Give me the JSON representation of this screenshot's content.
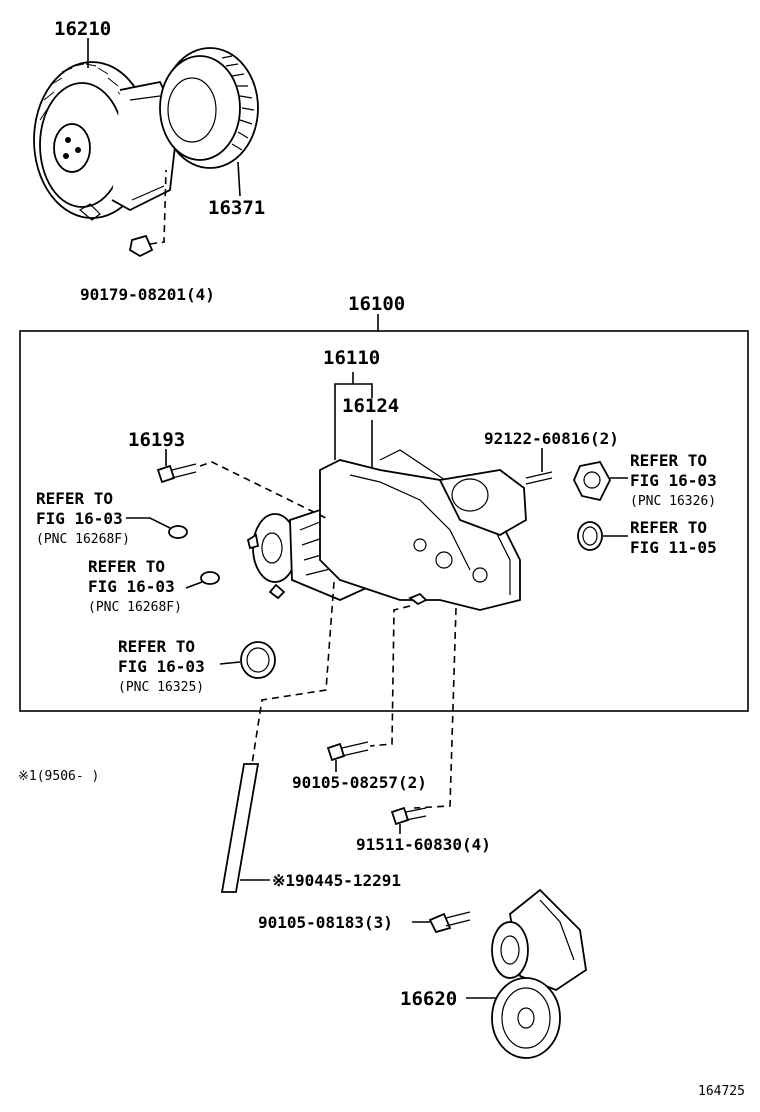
{
  "labels": {
    "p16210": "16210",
    "p16371": "16371",
    "p90179": "90179-08201(4)",
    "p16100": "16100",
    "p16110": "16110",
    "p16124": "16124",
    "p16193": "16193",
    "p92122": "92122-60816(2)",
    "ref1_a": "REFER TO",
    "ref1_b": "FIG 16-03",
    "ref1_c": "(PNC 16268F)",
    "ref2_a": "REFER TO",
    "ref2_b": "FIG 16-03",
    "ref2_c": "(PNC 16268F)",
    "ref3_a": "REFER TO",
    "ref3_b": "FIG 16-03",
    "ref3_c": "(PNC 16325)",
    "ref4_a": "REFER TO",
    "ref4_b": "FIG 16-03",
    "ref4_c": "(PNC 16326)",
    "ref5_a": "REFER TO",
    "ref5_b": "FIG 11-05",
    "note1": "※1(9506-    )",
    "p90105a": "90105-08257(2)",
    "p91511": "91511-60830(4)",
    "p90445": "※190445-12291",
    "p90105b": "90105-08183(3)",
    "p16620": "16620",
    "figno": "164725"
  }
}
